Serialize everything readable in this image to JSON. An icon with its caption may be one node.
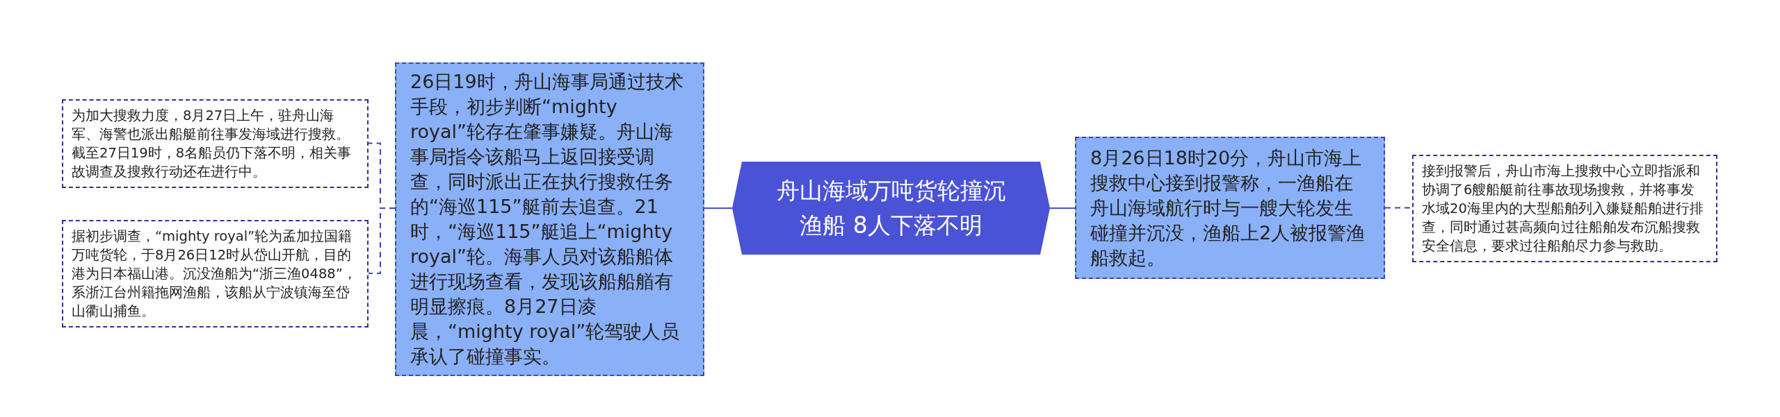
{
  "diagram": {
    "nodes": [
      {
        "text": [
          "舟山海域万吨货轮撞沉渔船 8人下落不明"
        ]
      },
      {
        "text": [
          "26日19时，舟山海事局通过技术手段，初步判断“mighty royal”轮存在肇事嫌疑。舟山海事局指令该船马上返回接受调查，同时派出正在执行搜救任务的“海巡115”艇前去追查。21时，“海巡115”艇追上“mighty royal”轮。海事人员对该船船体进行现场查看，发现该船船艏有明显擦痕。8月27日凌晨，“mighty royal”轮驾驶人员承认了碰撞事实。"
        ]
      },
      {
        "text": [
          "为加大搜救力度，8月27日上午，驻舟山海军、海警也派出船艇前往事发海域进行搜救。截至27日19时，8名船员仍下落不明，相关事故调查及搜救行动还在进行中。"
        ]
      },
      {
        "text": [
          "据初步调查，“mighty royal”轮为孟加拉国籍万吨货轮，于8月26日12时从岱山开航，目的港为日本福山港。沉没渔船为“浙三渔0488”，系浙江台州籍拖网渔船，该船从宁波镇海至岱山衢山捕鱼。"
        ]
      },
      {
        "text": [
          "8月26日18时20分，舟山市海上搜救中心接到报警称，一渔船在舟山海域航行时与一艘大轮发生碰撞并沉没，渔船上2人被报警渔船救起。"
        ]
      },
      {
        "text": [
          "接到报警后，舟山市海上搜救中心立即指派和协调了6艘船艇前往事故现场搜救，并将事发水域20海里内的大型船舶列入嫌疑船舶进行排查，同时通过甚高频向过往船舶发布沉船搜救安全信息，要求过往船舶尽力参与救助。"
        ]
      }
    ],
    "edges": [
      {
        "from": 0,
        "to": 1,
        "arrow": "none"
      },
      {
        "from": 1,
        "to": 2,
        "arrow": "none",
        "style": "dashed"
      },
      {
        "from": 1,
        "to": 3,
        "arrow": "none",
        "style": "dashed"
      },
      {
        "from": 0,
        "to": 4,
        "arrow": "none"
      },
      {
        "from": 4,
        "to": 5,
        "arrow": "none",
        "style": "dashed"
      }
    ]
  }
}
